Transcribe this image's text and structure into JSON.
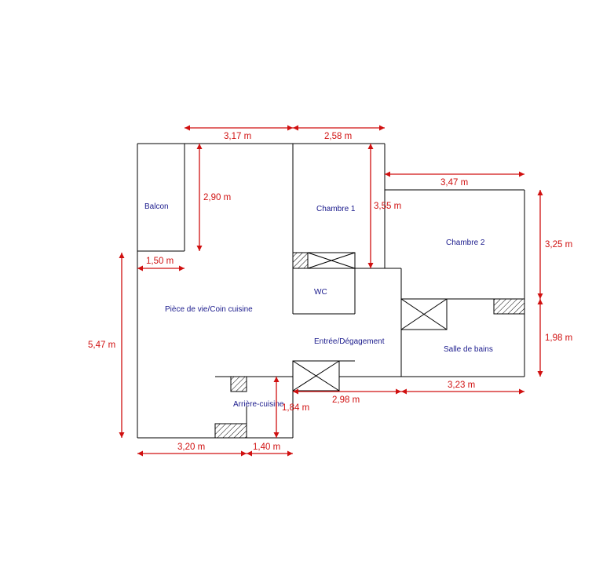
{
  "rooms": {
    "balcon": "Balcon",
    "chambre1": "Chambre 1",
    "chambre2": "Chambre 2",
    "wc": "WC",
    "piece_de_vie": "Pièce de vie/Coin cuisine",
    "entree": "Entrée/Dégagement",
    "salle_de_bains": "Salle de bains",
    "arriere_cuisine": "Arrière-cuisine"
  },
  "dimensions": {
    "piece_de_vie_width": "3,17 m",
    "chambre1_width": "2,58 m",
    "chambre2_width": "3,47 m",
    "balcon_length": "2,90 m",
    "chambre1_length": "3,55 m",
    "chambre2_length": "3,25 m",
    "balcon_width": "1,50 m",
    "piece_de_vie_length": "5,47 m",
    "salle_de_bains_length": "1,98 m",
    "salle_de_bains_width": "3,23 m",
    "entree_width": "2,98 m",
    "arriere_cuisine_length": "1,84 m",
    "bottom_left_width": "3,20 m",
    "arriere_cuisine_width": "1,40 m"
  },
  "colors": {
    "dimension": "#d01010",
    "room_label": "#1a1a8c",
    "wall": "#000000"
  }
}
